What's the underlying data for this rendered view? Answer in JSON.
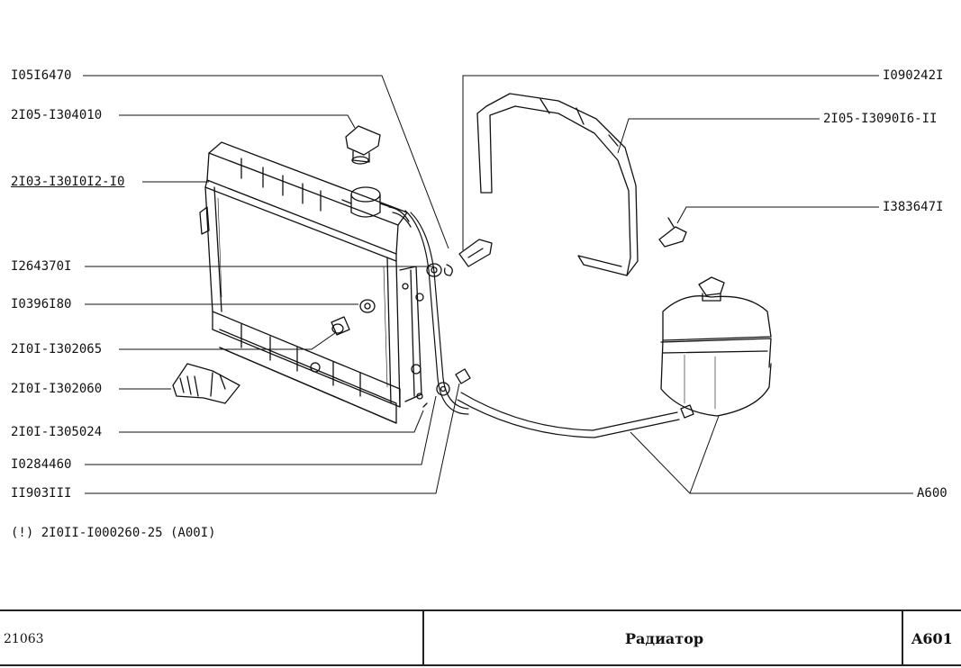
{
  "callouts_left": [
    {
      "id": "c1",
      "text": "I05I6470"
    },
    {
      "id": "c2",
      "text": "2I05-I304010"
    },
    {
      "id": "c3",
      "text": "2I03-I30I0I2-I0"
    },
    {
      "id": "c4",
      "text": "I264370I"
    },
    {
      "id": "c5",
      "text": "I0396I80"
    },
    {
      "id": "c6",
      "text": "2I0I-I302065"
    },
    {
      "id": "c7",
      "text": "2I0I-I302060"
    },
    {
      "id": "c8",
      "text": "2I0I-I305024"
    },
    {
      "id": "c9",
      "text": "I0284460"
    },
    {
      "id": "c10",
      "text": "II903III"
    }
  ],
  "callouts_right": [
    {
      "id": "r1",
      "text": "I090242I"
    },
    {
      "id": "r2",
      "text": "2I05-I3090I6-II"
    },
    {
      "id": "r3",
      "text": "I383647I"
    },
    {
      "id": "r4",
      "text": "A600"
    }
  ],
  "note": "(!)  2I0II-I000260-25  (A00I)",
  "footer": {
    "model": "21063",
    "title": "Радиатор",
    "code": "A601"
  }
}
